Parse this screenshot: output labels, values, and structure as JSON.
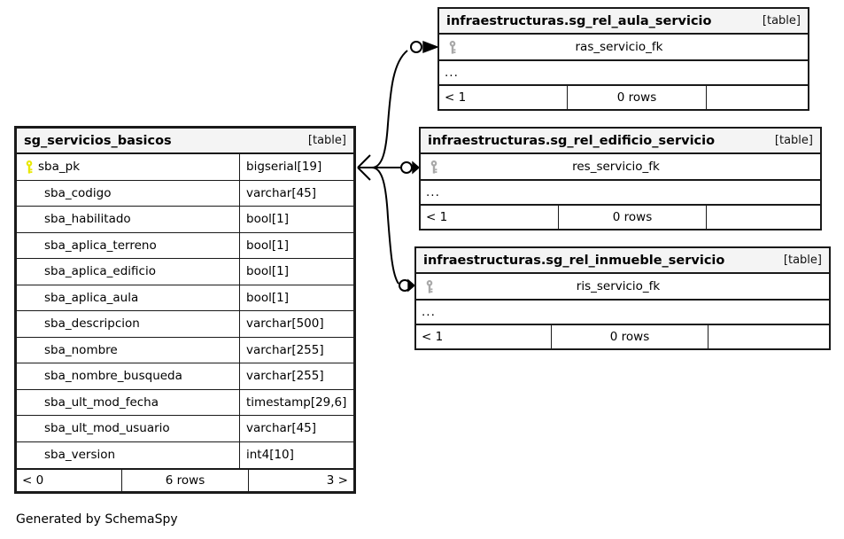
{
  "diagram": {
    "credit": "Generated by SchemaSpy",
    "table_tag": "[table]",
    "ellipsis": "...",
    "colors": {
      "primary_key": "#e8e800",
      "foreign_key": "#a8a8a8",
      "border": "#1a1a1a",
      "header_bg": "#f4f4f4",
      "background": "#ffffff"
    }
  },
  "main_table": {
    "title": "sg_servicios_basicos",
    "tag": "[table]",
    "columns": [
      {
        "name": "sba_pk",
        "type": "bigserial[19]",
        "key": "primary"
      },
      {
        "name": "sba_codigo",
        "type": "varchar[45]",
        "key": "none"
      },
      {
        "name": "sba_habilitado",
        "type": "bool[1]",
        "key": "none"
      },
      {
        "name": "sba_aplica_terreno",
        "type": "bool[1]",
        "key": "none"
      },
      {
        "name": "sba_aplica_edificio",
        "type": "bool[1]",
        "key": "none"
      },
      {
        "name": "sba_aplica_aula",
        "type": "bool[1]",
        "key": "none"
      },
      {
        "name": "sba_descripcion",
        "type": "varchar[500]",
        "key": "none"
      },
      {
        "name": "sba_nombre",
        "type": "varchar[255]",
        "key": "none"
      },
      {
        "name": "sba_nombre_busqueda",
        "type": "varchar[255]",
        "key": "none"
      },
      {
        "name": "sba_ult_mod_fecha",
        "type": "timestamp[29,6]",
        "key": "none"
      },
      {
        "name": "sba_ult_mod_usuario",
        "type": "varchar[45]",
        "key": "none"
      },
      {
        "name": "sba_version",
        "type": "int4[10]",
        "key": "none"
      }
    ],
    "footer": {
      "left": "< 0",
      "middle": "6 rows",
      "right": "3 >"
    }
  },
  "related_tables": [
    {
      "id": "aula",
      "title": "infraestructuras.sg_rel_aula_servicio",
      "tag": "[table]",
      "fk_column": "ras_servicio_fk",
      "ellipsis": "...",
      "footer": {
        "left": "< 1",
        "middle": "0 rows",
        "right": ""
      }
    },
    {
      "id": "edificio",
      "title": "infraestructuras.sg_rel_edificio_servicio",
      "tag": "[table]",
      "fk_column": "res_servicio_fk",
      "ellipsis": "...",
      "footer": {
        "left": "< 1",
        "middle": "0 rows",
        "right": ""
      }
    },
    {
      "id": "inmueble",
      "title": "infraestructuras.sg_rel_inmueble_servicio",
      "tag": "[table]",
      "fk_column": "ris_servicio_fk",
      "ellipsis": "...",
      "footer": {
        "left": "< 1",
        "middle": "0 rows",
        "right": ""
      }
    }
  ],
  "relationships": [
    {
      "from": "sg_servicios_basicos.sba_pk",
      "to": "infraestructuras.sg_rel_aula_servicio.ras_servicio_fk",
      "cardinality": "zero-or-many"
    },
    {
      "from": "sg_servicios_basicos.sba_pk",
      "to": "infraestructuras.sg_rel_edificio_servicio.res_servicio_fk",
      "cardinality": "zero-or-many"
    },
    {
      "from": "sg_servicios_basicos.sba_pk",
      "to": "infraestructuras.sg_rel_inmueble_servicio.ris_servicio_fk",
      "cardinality": "zero-or-many"
    }
  ]
}
